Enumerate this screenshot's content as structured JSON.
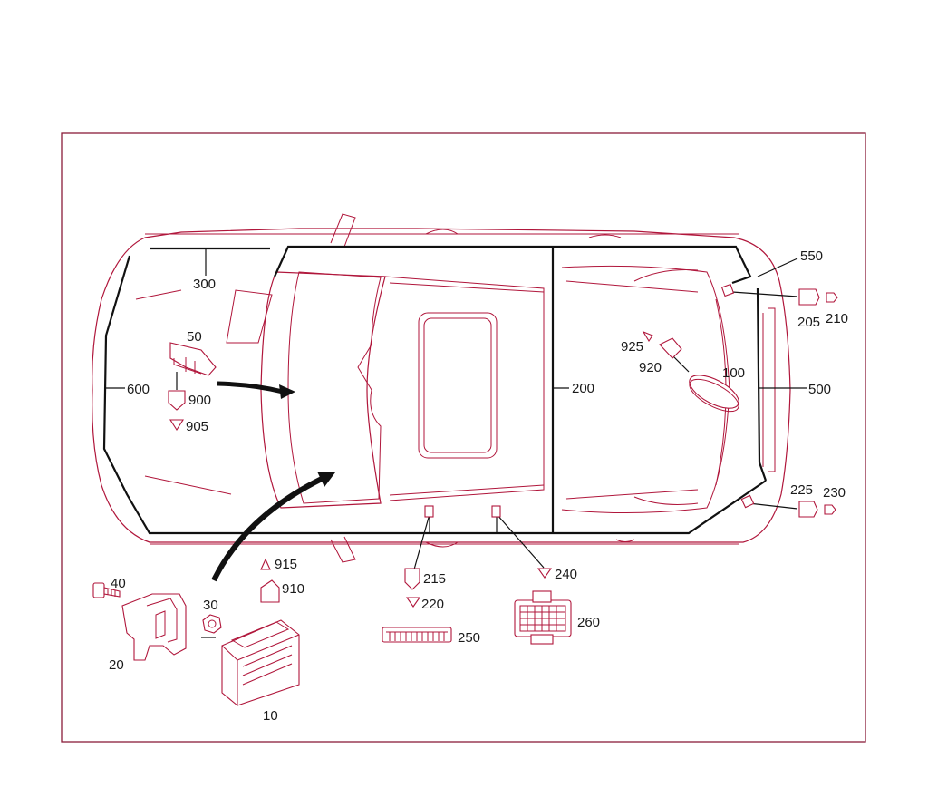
{
  "labels": {
    "p10": "10",
    "p20": "20",
    "p30": "30",
    "p40": "40",
    "p50": "50",
    "p100": "100",
    "p200": "200",
    "p205": "205",
    "p210": "210",
    "p215": "215",
    "p220": "220",
    "p225": "225",
    "p230": "230",
    "p240": "240",
    "p250": "250",
    "p260": "260",
    "p300": "300",
    "p500": "500",
    "p550": "550",
    "p600": "600",
    "p900": "900",
    "p905": "905",
    "p910": "910",
    "p915": "915",
    "p920": "920",
    "p925": "925"
  },
  "colors": {
    "linework": "#b0163b",
    "harness": "#111111",
    "frame": "#8a1c3a"
  },
  "icons": [
    "car-top-view",
    "control-unit",
    "bracket",
    "bolt",
    "nut",
    "connector",
    "multi-pin-connector",
    "antenna-module",
    "arrow"
  ]
}
